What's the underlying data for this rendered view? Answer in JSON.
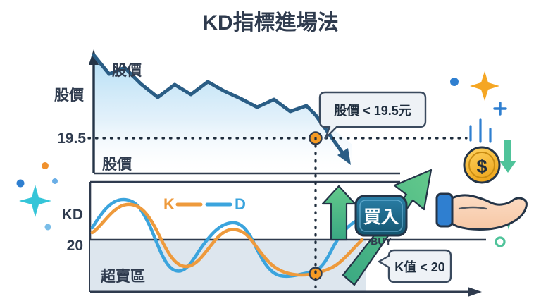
{
  "title": "KD指標進場法",
  "price_panel": {
    "y_axis_label": "股價",
    "series_label": "股價",
    "panel_label": "股價",
    "threshold_value": "19.5",
    "callout": "股價 < 19.5元",
    "marker_name": "price-cross-marker"
  },
  "kd_panel": {
    "y_axis_label": "KD",
    "threshold_value": "20",
    "zone_label": "超賣區",
    "legend": {
      "k_label": "K",
      "d_label": "D"
    },
    "callout": "K值 < 20",
    "marker_name": "kd-cross-marker"
  },
  "action": {
    "button_label": "買入",
    "button_sublabel": "BUY"
  },
  "coin": {
    "symbol": "$"
  },
  "colors": {
    "title": "#2f3b4e",
    "price_line": "#2a5d85",
    "price_fill_top": "#b9dcf2",
    "price_fill_bottom": "#ffffff",
    "k_line": "#ee9a3c",
    "d_line": "#3ba4dd",
    "oversold_fill": "#dde6ee",
    "axis": "#243447",
    "marker": "#f59a23",
    "buy_button": "#1d6c92",
    "green_arrow": "#3fae7c",
    "coin": "#f5bc3a",
    "bubble_fill": "#eef2f6",
    "bubble_stroke": "#3a4a5e"
  },
  "chart_data": {
    "type": "line",
    "title": "KD指標進場法",
    "charts": [
      {
        "name": "price",
        "type": "area",
        "ylabel": "股價",
        "series_name": "股價",
        "threshold": 19.5,
        "threshold_label": "19.5",
        "annotation": "股價 < 19.5元",
        "marker_x": 0.73,
        "marker_y": 19.5,
        "trend": "declining",
        "x": [
          0,
          0.05,
          0.1,
          0.14,
          0.19,
          0.24,
          0.29,
          0.34,
          0.39,
          0.44,
          0.49,
          0.54,
          0.59,
          0.64,
          0.68,
          0.73,
          0.8
        ],
        "values": [
          30.0,
          26.4,
          27.6,
          24.6,
          22.1,
          24.4,
          22.6,
          25.0,
          23.3,
          23.7,
          22.2,
          20.6,
          21.9,
          19.9,
          20.9,
          19.5,
          17.3
        ]
      },
      {
        "name": "kd",
        "type": "line",
        "ylabel": "KD",
        "threshold": 20,
        "threshold_label": "20",
        "zone_label": "超賣區",
        "zone_range": [
          0,
          20
        ],
        "annotation": "K值 < 20",
        "marker_x": 0.73,
        "marker_y": 6,
        "ylim": [
          0,
          60
        ],
        "x": [
          0,
          0.05,
          0.1,
          0.15,
          0.2,
          0.25,
          0.3,
          0.35,
          0.4,
          0.45,
          0.5,
          0.55,
          0.6,
          0.65,
          0.7,
          0.73,
          0.78,
          0.84
        ],
        "series": [
          {
            "name": "K",
            "color": "#ee9a3c",
            "values": [
              26,
              33,
              42,
              45,
              43,
              35,
              24,
              14,
              10,
              13,
              22,
              31,
              34,
              28,
              18,
              10,
              9,
              22
            ]
          },
          {
            "name": "D",
            "color": "#3ba4dd",
            "values": [
              24,
              38,
              46,
              45,
              38,
              26,
              15,
              8,
              8,
              16,
              28,
              36,
              35,
              25,
              14,
              6,
              11,
              30
            ]
          }
        ]
      }
    ]
  },
  "decorations": {
    "left": [
      "orange-dot",
      "blue-dot",
      "light-blue-dot",
      "cyan-sparkle",
      "small-blue-dot"
    ],
    "right": [
      "blue-dot",
      "orange-sparkle",
      "blue-plus",
      "bar-lines",
      "green-down-arrow",
      "green-sparkle",
      "green-ring"
    ]
  }
}
